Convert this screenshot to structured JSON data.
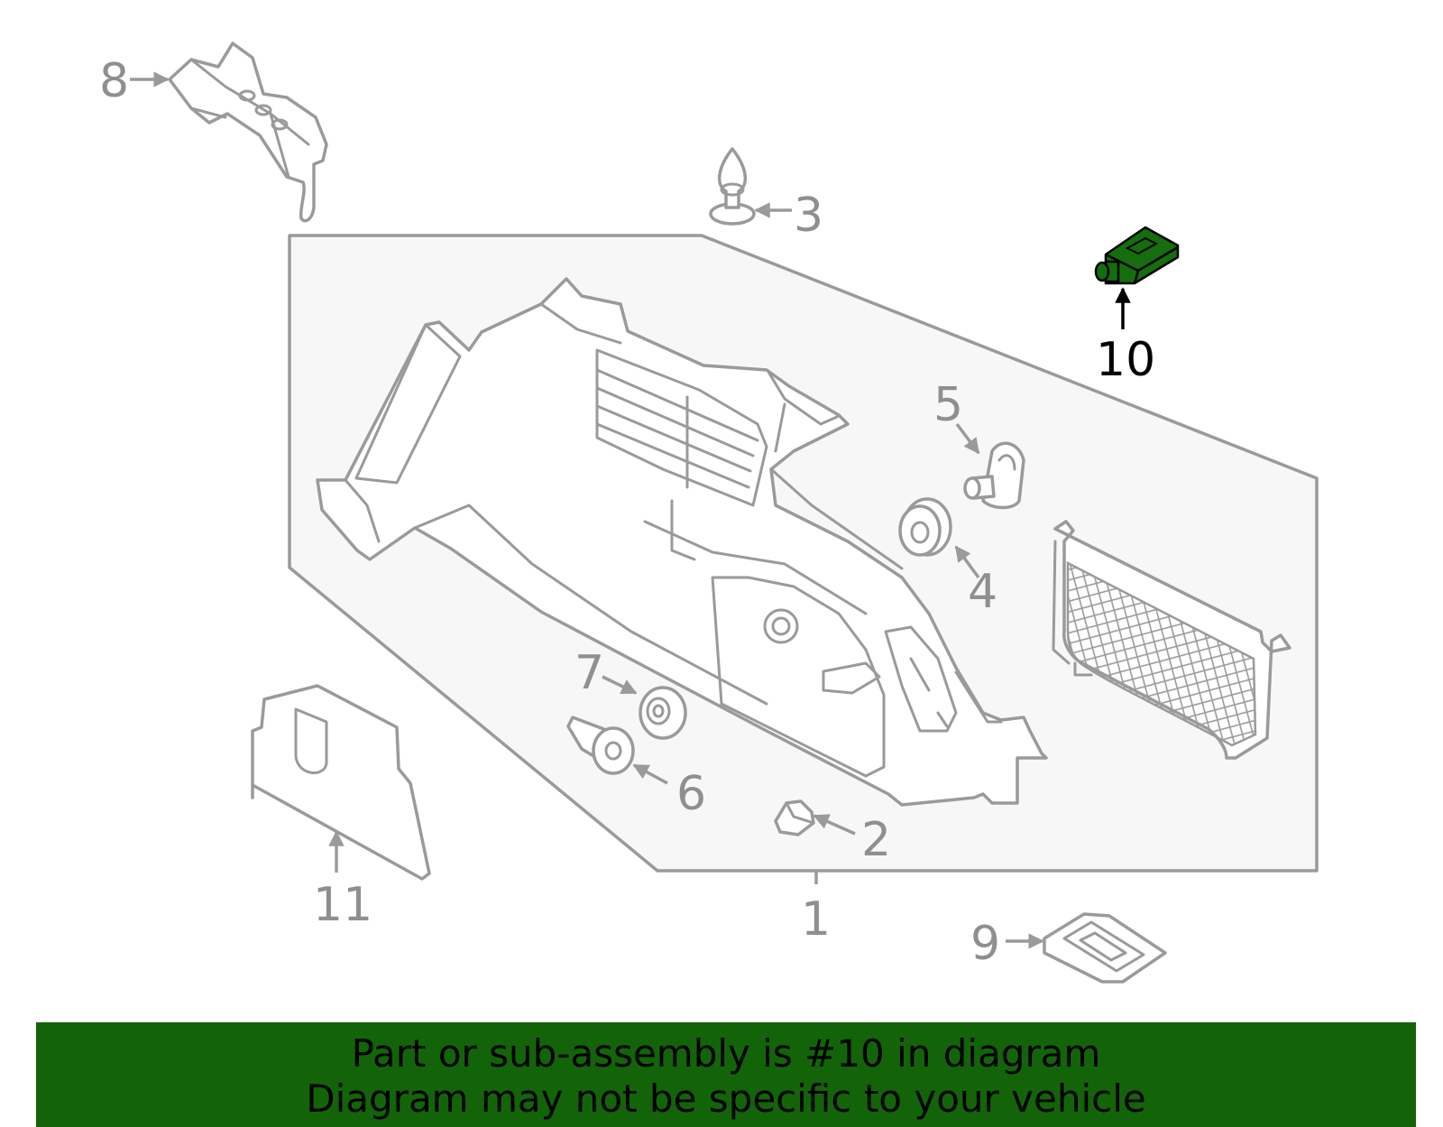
{
  "diagram": {
    "callouts": [
      {
        "id": "1",
        "label": "1"
      },
      {
        "id": "2",
        "label": "2"
      },
      {
        "id": "3",
        "label": "3"
      },
      {
        "id": "4",
        "label": "4"
      },
      {
        "id": "5",
        "label": "5"
      },
      {
        "id": "6",
        "label": "6"
      },
      {
        "id": "7",
        "label": "7"
      },
      {
        "id": "8",
        "label": "8"
      },
      {
        "id": "9",
        "label": "9"
      },
      {
        "id": "10",
        "label": "10",
        "highlighted": true
      },
      {
        "id": "11",
        "label": "11"
      }
    ],
    "highlight_color": "#156d0d",
    "line_color": "#9a9a9a",
    "assembly_fill": "#f7f7f7"
  },
  "banner": {
    "line1": "Part or sub-assembly is #10 in diagram",
    "line2": "Diagram may not be specific to your vehicle",
    "background": "#136408"
  }
}
